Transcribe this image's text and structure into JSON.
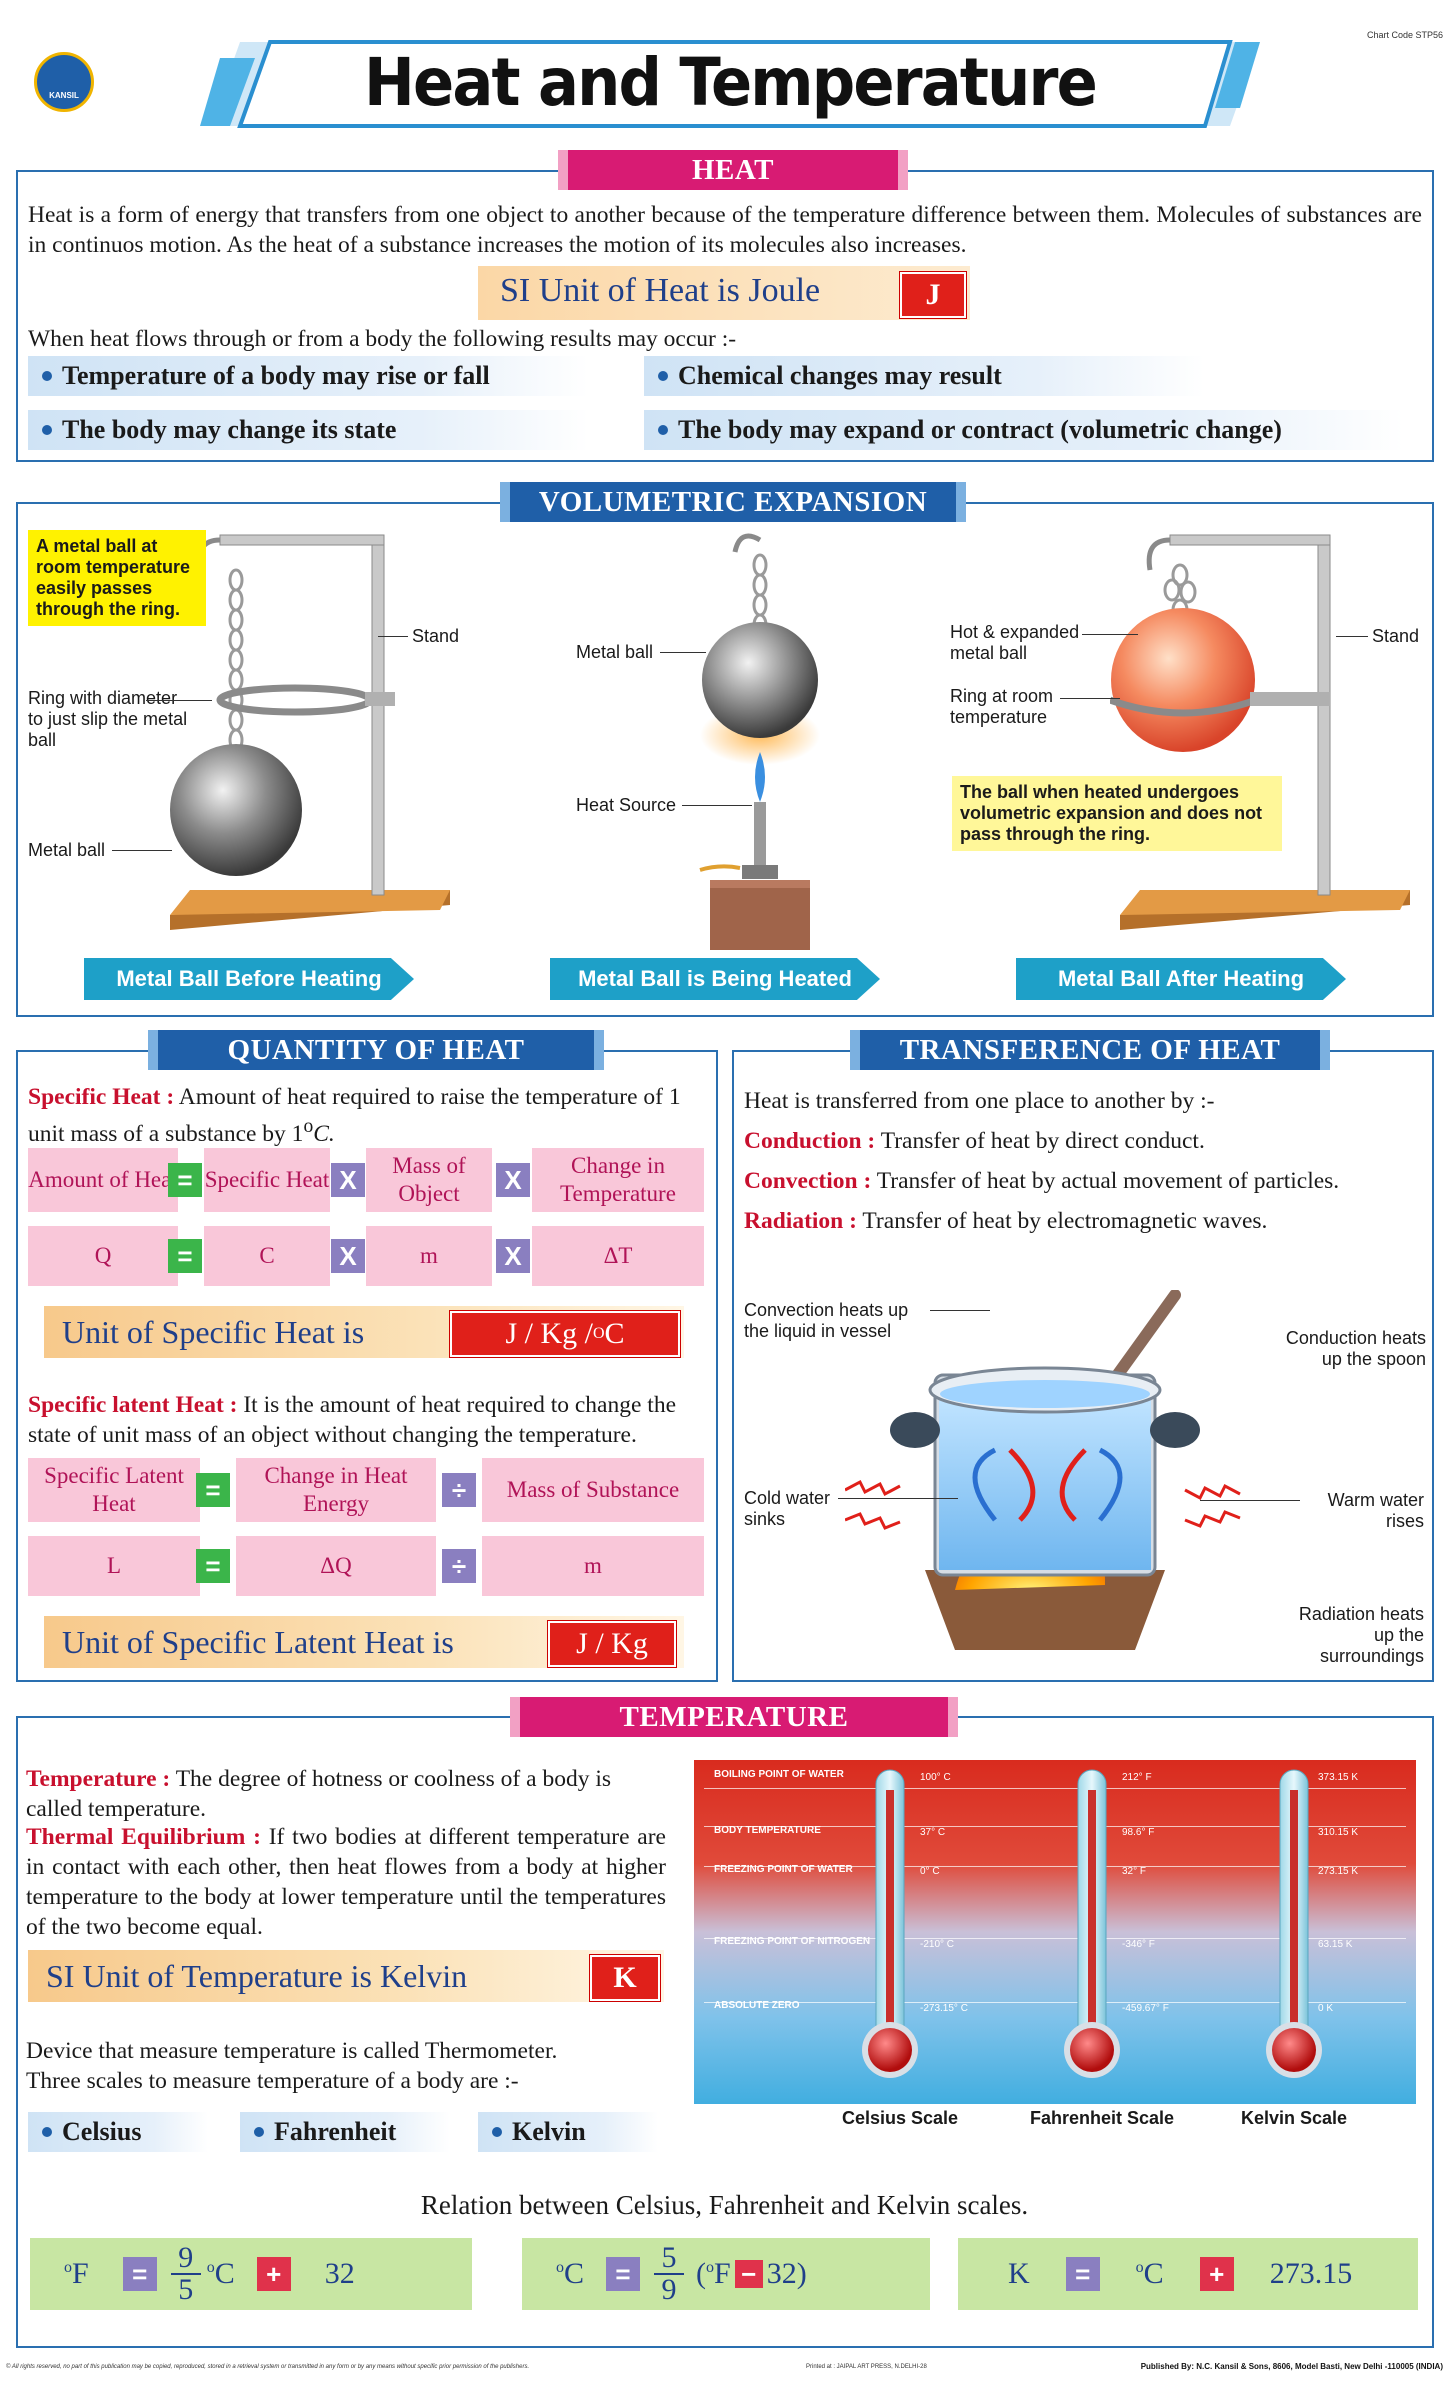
{
  "header": {
    "chart_code": "Chart Code STP56",
    "title": "Heat and Temperature",
    "logo_text": "KANSIL"
  },
  "heat": {
    "title": "HEAT",
    "intro": "Heat is a form of energy that transfers from one object to another because of the temperature difference between them. Molecules of substances are in continuos motion. As the heat of a substance increases the motion of its molecules also increases.",
    "si_unit_text": "SI Unit of Heat is Joule",
    "si_unit_symbol": "J",
    "results_intro": "When heat flows through or from a body the following results may occur :-",
    "results": [
      "Temperature of a body may rise or fall",
      "Chemical changes may result",
      "The body may change its state",
      "The body may expand or contract (volumetric change)"
    ]
  },
  "volumetric": {
    "title": "VOLUMETRIC EXPANSION",
    "note_before": "A metal ball at room temperature easily passes through the ring.",
    "label_stand": "Stand",
    "label_ring": "Ring with diameter to just slip the metal ball",
    "label_metal_ball": "Metal ball",
    "label_metal_ball_2": "Metal ball",
    "label_heat_source": "Heat Source",
    "label_hot_ball": "Hot & expanded metal ball",
    "label_ring_room": "Ring at room temperature",
    "label_stand_2": "Stand",
    "note_after": "The ball when heated undergoes volumetric expansion and does not pass through the ring.",
    "arrow_before": "Metal Ball Before Heating",
    "arrow_heated": "Metal Ball is Being Heated",
    "arrow_after": "Metal Ball After Heating"
  },
  "quantity": {
    "title": "QUANTITY OF HEAT",
    "specific_heat_label": "Specific Heat :",
    "specific_heat_text_a": "Amount of heat required to raise the temperature of 1 unit mass of a substance by 1",
    "specific_heat_text_sup": "o",
    "specific_heat_text_b": "C.",
    "eq1_words": [
      "Amount of Heat",
      "Specific Heat",
      "Mass of Object",
      "Change in Temperature"
    ],
    "eq1_symbols": [
      "Q",
      "C",
      "m",
      "ΔT"
    ],
    "op_equals": "=",
    "op_times": "X",
    "op_divide": "÷",
    "unit_specific_heat": "Unit of Specific Heat is",
    "unit_specific_heat_symbol": "J / Kg / ",
    "unit_specific_heat_sup": "O",
    "unit_specific_heat_end": "C",
    "latent_label": "Specific latent Heat :",
    "latent_text": "It is the amount of heat required to change the state of unit mass of an object without changing the temperature.",
    "eq2_words": [
      "Specific Latent Heat",
      "Change in Heat Energy",
      "Mass of Substance"
    ],
    "eq2_symbols": [
      "L",
      "ΔQ",
      "m"
    ],
    "unit_latent": "Unit of Specific Latent Heat is",
    "unit_latent_symbol": "J / Kg"
  },
  "transference": {
    "title": "TRANSFERENCE OF HEAT",
    "intro": "Heat is transferred from one place to another by :-",
    "items": [
      {
        "label": "Conduction :",
        "text": "Transfer of heat by direct conduct."
      },
      {
        "label": "Convection :",
        "text": "Transfer of heat by actual movement of particles."
      },
      {
        "label": "Radiation :",
        "text": "Transfer of heat by electromagnetic waves."
      }
    ],
    "cap_convection": "Convection heats up the liquid in vessel",
    "cap_conduction": "Conduction heats up the spoon",
    "cap_cold": "Cold water sinks",
    "cap_warm": "Warm water rises",
    "cap_radiation": "Radiation heats up the surroundings"
  },
  "temperature": {
    "title": "TEMPERATURE",
    "def_label": "Temperature :",
    "def_text": "The degree of hotness or coolness of a body is called temperature.",
    "eq_label": "Thermal Equilibrium :",
    "eq_text": "If two bodies at different temperature are in contact with each other, then heat flowes from a body at higher temperature to the body at lower temperature until the temperatures of the two become equal.",
    "si_unit_text": "SI Unit of Temperature is Kelvin",
    "si_unit_symbol": "K",
    "device_text": "Device that measure temperature is called Thermometer.",
    "scales_text": "Three scales to measure temperature of a body are :-",
    "scales": [
      "Celsius",
      "Fahrenheit",
      "Kelvin"
    ],
    "thermo_rows": [
      "BOILING POINT OF WATER",
      "BODY TEMPERATURE",
      "FREEZING POINT OF WATER",
      "FREEZING POINT OF NITROGEN",
      "ABSOLUTE ZERO"
    ],
    "celsius_values": [
      "100° C",
      "37° C",
      "0° C",
      "-210° C",
      "-273.15° C"
    ],
    "fahrenheit_values": [
      "212° F",
      "98.6° F",
      "32° F",
      "-346° F",
      "-459.67° F"
    ],
    "kelvin_values": [
      "373.15 K",
      "310.15 K",
      "273.15 K",
      "63.15 K",
      "0 K"
    ],
    "thermo_captions": [
      "Celsius Scale",
      "Fahrenheit Scale",
      "Kelvin Scale"
    ],
    "relation_title": "Relation between Celsius, Fahrenheit and Kelvin scales.",
    "formula1": {
      "lhs_sup": "o",
      "lhs": "F",
      "num": "9",
      "den": "5",
      "unit_sup": "o",
      "unit": "C",
      "plus": "+",
      "const": "32"
    },
    "formula2": {
      "lhs_sup": "o",
      "lhs": "C",
      "num": "5",
      "den": "9",
      "paren_open": "(",
      "inner_sup": "o",
      "inner": "F",
      "minus": "−",
      "const": "32)"
    },
    "formula3": {
      "lhs": "K",
      "unit_sup": "o",
      "unit": "C",
      "plus": "+",
      "const": "273.15"
    }
  },
  "footer": {
    "rights": "© All rights reserved, no part of this publication may be copied, reproduced, stored in a retrieval system or transmitted in any form or by any means without specific prior permission of the publishers.",
    "printed": "Printed at : JAIPAL ART PRESS, N.DELHI-28",
    "published": "Published By: N.C. Kansil & Sons, 8606, Model Basti, New Delhi -110005 (INDIA)"
  }
}
